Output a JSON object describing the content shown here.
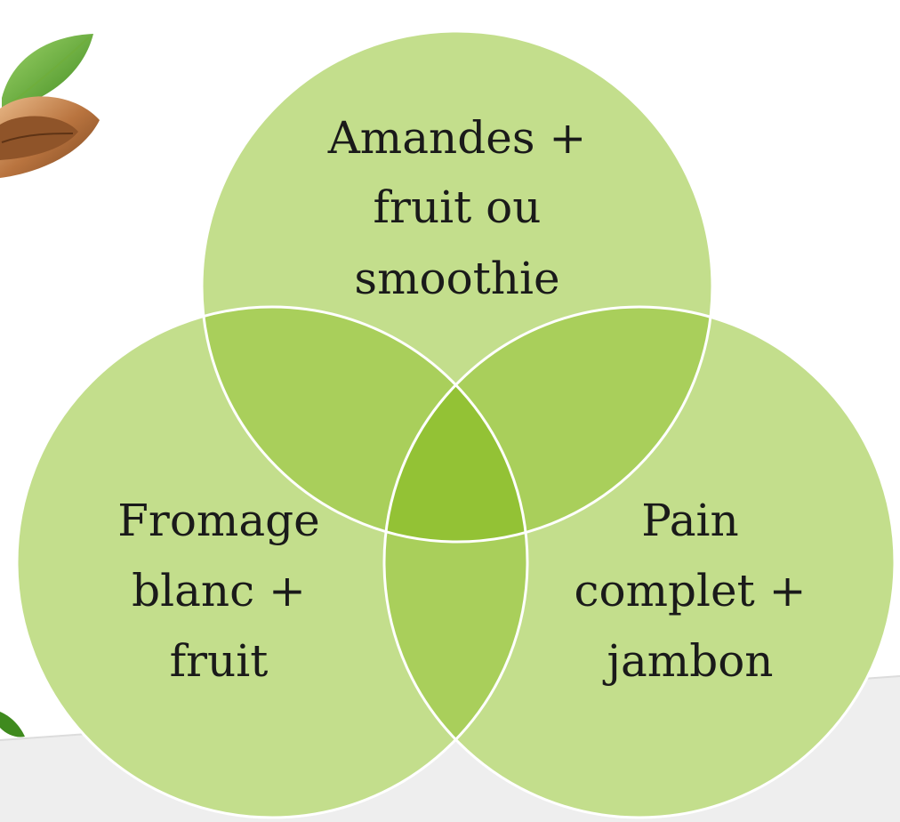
{
  "diagram": {
    "type": "venn",
    "circles": [
      {
        "id": "top",
        "lines": [
          "Amandes +",
          "fruit ou",
          "smoothie"
        ]
      },
      {
        "id": "left",
        "lines": [
          "Fromage",
          "blanc +",
          "fruit"
        ]
      },
      {
        "id": "right",
        "lines": [
          "Pain",
          "complet +",
          "jambon"
        ]
      }
    ]
  },
  "colors": {
    "circle_fill": "#c3de8c",
    "pair_overlap_fill": "#a9cf5b",
    "center_overlap_fill": "#93c235",
    "stroke": "#ffffff",
    "text": "#1a1a1a",
    "background": "#ffffff",
    "backdrop_band": "#eeeeee"
  },
  "decorations": {
    "top_left_image": "almond-with-leaf",
    "left_edge_image": "leaf-tip"
  }
}
